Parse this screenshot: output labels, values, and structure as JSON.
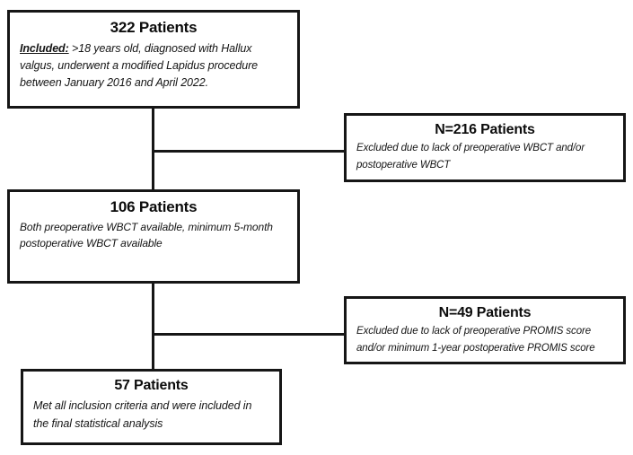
{
  "figure": {
    "type": "flowchart",
    "orientation": "vertical-with-right-exclusions",
    "background_color": "#ffffff",
    "line_color": "#161616",
    "text_color": "#121212"
  },
  "nodes": {
    "enrolled": {
      "title": "322 Patients",
      "body_lead": "Included:",
      "body_text": " >18 years old, diagnosed with Hallux valgus, underwent a modified Lapidus procedure between January 2016 and April 2022.",
      "count": 322
    },
    "excluded_1": {
      "title": "N=216 Patients",
      "body_text": "Excluded due to lack of preoperative WBCT and/or postoperative WBCT",
      "count": 216
    },
    "eligible": {
      "title": "106 Patients",
      "body_text": "Both preoperative WBCT available, minimum 5-month postoperative WBCT available",
      "count": 106
    },
    "excluded_2": {
      "title": "N=49 Patients",
      "body_text": "Excluded due to lack of preoperative PROMIS score and/or minimum 1-year postoperative PROMIS score",
      "count": 49
    },
    "final": {
      "title": "57 Patients",
      "body_text": "Met all inclusion criteria and were included in the final statistical analysis",
      "count": 57
    }
  }
}
